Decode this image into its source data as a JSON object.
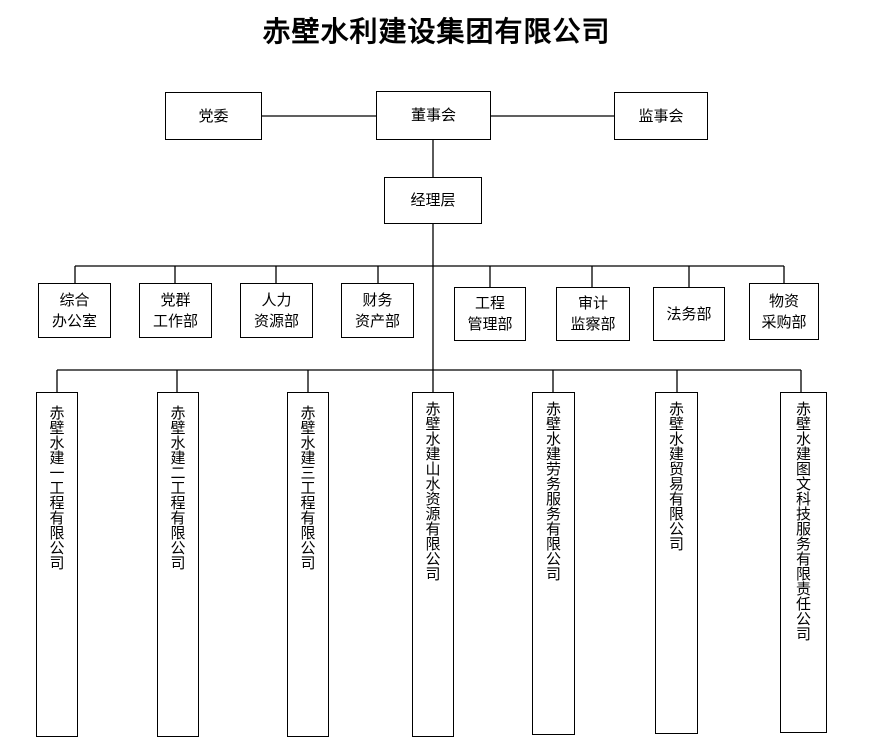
{
  "title": "赤壁水利建设集团有限公司",
  "top_row": {
    "party": "党委",
    "board": "董事会",
    "supervisors": "监事会"
  },
  "management": "经理层",
  "departments": [
    "综合\n办公室",
    "党群\n工作部",
    "人力\n资源部",
    "财务\n资产部",
    "工程\n管理部",
    "审计\n监察部",
    "法务部",
    "物资\n采购部"
  ],
  "subsidiaries": [
    "赤壁水建一工程有限公司",
    "赤壁水建二工程有限公司",
    "赤壁水建三工程有限公司",
    "赤壁水建山水资源有限公司",
    "赤壁水建劳务服务有限公司",
    "赤壁水建贸易有限公司",
    "赤壁水建图文科技服务有限责任公司"
  ]
}
